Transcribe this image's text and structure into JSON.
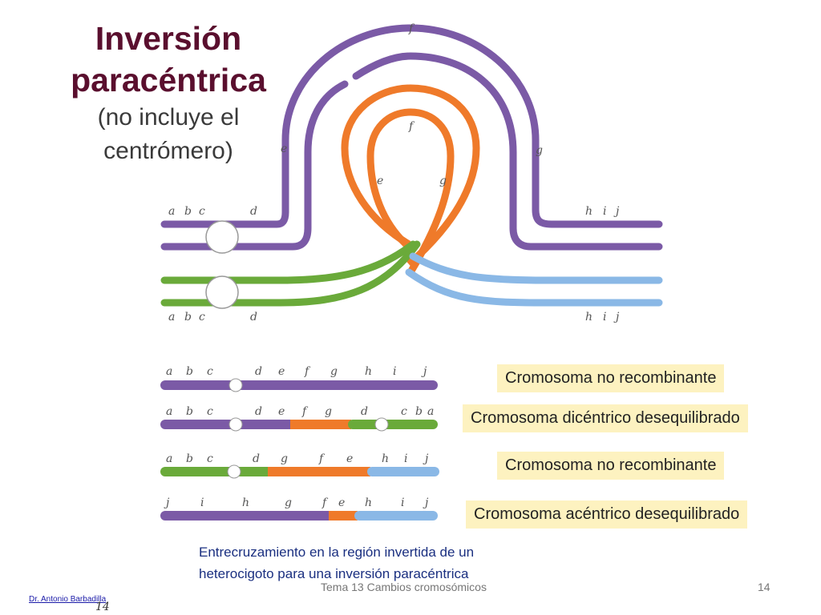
{
  "title": {
    "line1": "Inversión",
    "line2": "paracéntrica",
    "line3": "(no incluye el",
    "line4": "centrómero)"
  },
  "loop_labels": {
    "top_left": [
      "a",
      "b",
      "c",
      "d"
    ],
    "loop": {
      "f_outer": "f",
      "e_outer": "e",
      "g_outer": "g",
      "f_inner": "f",
      "e_inner": "e",
      "g_inner": "g"
    },
    "top_right": [
      "h",
      "i",
      "j"
    ],
    "bottom_left": [
      "a",
      "b",
      "c",
      "d"
    ],
    "bottom_right": [
      "h",
      "i",
      "j"
    ]
  },
  "products": [
    {
      "genes": [
        "a",
        "b",
        "c",
        "d",
        "e",
        "f",
        "g",
        "h",
        "i",
        "j"
      ],
      "label": "Cromosoma no recombinante"
    },
    {
      "genes": [
        "a",
        "b",
        "c",
        "d",
        "e",
        "f",
        "g",
        "d",
        "c",
        "b",
        "a"
      ],
      "label": "Cromosoma dicéntrico desequilibrado"
    },
    {
      "genes": [
        "a",
        "b",
        "c",
        "d",
        "g",
        "f",
        "e",
        "h",
        "i",
        "j"
      ],
      "label": "Cromosoma no recombinante"
    },
    {
      "genes": [
        "j",
        "i",
        "h",
        "g",
        "f",
        "e",
        "h",
        "i",
        "j"
      ],
      "label": "Cromosoma acéntrico desequilibrado"
    }
  ],
  "caption": "Entrecruzamiento en la región invertida de un heterocigoto para una inversión paracéntrica",
  "footer": "Tema 13 Cambios cromosómicos",
  "page_number": "14",
  "author": "Dr. Antonio Barbadilla",
  "small_number": "14",
  "colors": {
    "purple": "#7b5aa6",
    "green": "#6aaa3a",
    "orange": "#ef7a2a",
    "blue": "#8ab8e6",
    "title": "#5a0f2e",
    "box": "#fdf2c0"
  }
}
